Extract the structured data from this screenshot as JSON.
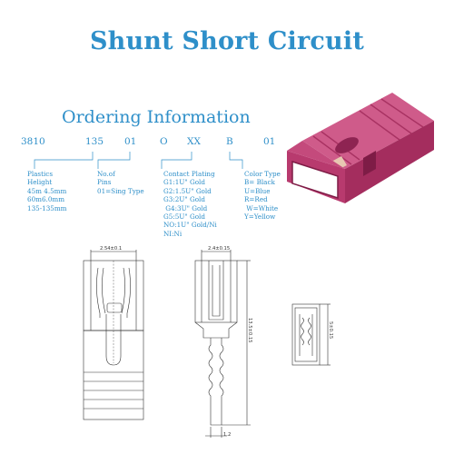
{
  "title": "Shunt Short Circuit",
  "subtitle": "Ordering Information",
  "codes": [
    "3810",
    "135",
    "01",
    "O",
    "XX",
    "B",
    "01"
  ],
  "groups": {
    "plastics": [
      "Plastics",
      "Helight",
      "45m 4.5mm",
      "60m6.0mm",
      "135-135mm"
    ],
    "pins": [
      "No.of",
      "Pins",
      "01=Sing Type"
    ],
    "plating": [
      "Contact Plating",
      "G1:1U\" Gold",
      "G2:1.5U\" Gold",
      "G3:2U\" Gold",
      " G4:3U\" Gold",
      "G5:5U\" Gold",
      "NO:1U\" Gold/Ni",
      "NI:Ni"
    ],
    "color": [
      "Color Type",
      "B= Black",
      "U=Blue",
      "R=Red",
      " W=White",
      "Y=Yellow"
    ]
  },
  "dims": {
    "front_width": "2.54±0.1",
    "side_width": "2.4±0.15",
    "side_height": "13.5±0.15",
    "bottom": "1.2",
    "end_height": "5±0.15"
  },
  "colors": {
    "accent": "#2e8fc9",
    "connector": "#b83a6e",
    "connector_dark": "#8e2452",
    "connector_light": "#cf5b8a"
  }
}
